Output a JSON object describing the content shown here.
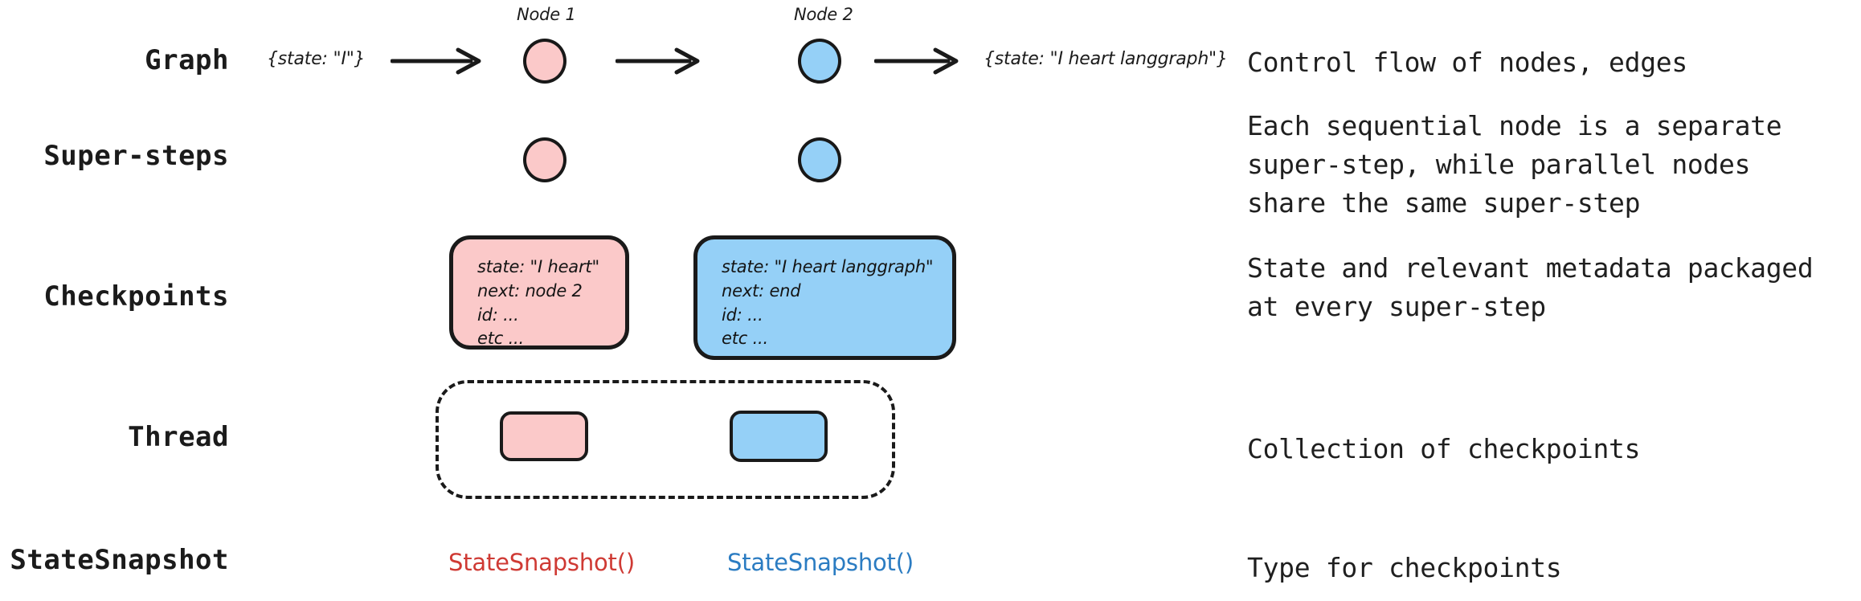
{
  "diagram": {
    "title": "LangGraph persistence concepts",
    "background": "#ffffff"
  },
  "colors": {
    "pink_fill": "#fbc9c9",
    "blue_fill": "#95d0f7",
    "stroke": "#1a1a1a",
    "text": "#1b1b1b",
    "snapshot_red": "#cf3a34",
    "snapshot_blue": "#2b7cc2"
  },
  "rows": [
    {
      "key": "graph",
      "label": "Graph"
    },
    {
      "key": "super_steps",
      "label": "Super-steps"
    },
    {
      "key": "checkpoints",
      "label": "Checkpoints"
    },
    {
      "key": "thread",
      "label": "Thread"
    },
    {
      "key": "state_snapshot",
      "label": "StateSnapshot"
    }
  ],
  "descriptions": {
    "graph": "Control flow of nodes, edges",
    "super_steps": "Each sequential node is a separate\nsuper-step, while parallel nodes\nshare the same super-step",
    "checkpoints": "State and relevant metadata packaged\nat every super-step",
    "thread": "Collection of checkpoints",
    "state_snapshot": "Type for checkpoints"
  },
  "graph_row": {
    "input_state": "{state: \"I\"}",
    "output_state": "{state: \"I heart langgraph\"}",
    "nodes": [
      {
        "name": "Node 1",
        "color": "pink"
      },
      {
        "name": "Node 2",
        "color": "blue"
      }
    ],
    "arrow_count": 3
  },
  "super_steps_row": {
    "steps": [
      {
        "color": "pink"
      },
      {
        "color": "blue"
      }
    ]
  },
  "checkpoints_row": {
    "cards": [
      {
        "color": "pink",
        "lines": "state: \"I heart\"\nnext: node 2\nid: ...\netc ..."
      },
      {
        "color": "blue",
        "lines": "state: \"I heart langgraph\"\nnext: end\nid: ...\netc ..."
      }
    ]
  },
  "thread_row": {
    "chips": [
      {
        "color": "pink"
      },
      {
        "color": "blue"
      }
    ]
  },
  "state_snapshot_row": {
    "items": [
      {
        "label": "StateSnapshot()",
        "color": "red"
      },
      {
        "label": "StateSnapshot()",
        "color": "blue"
      }
    ]
  }
}
